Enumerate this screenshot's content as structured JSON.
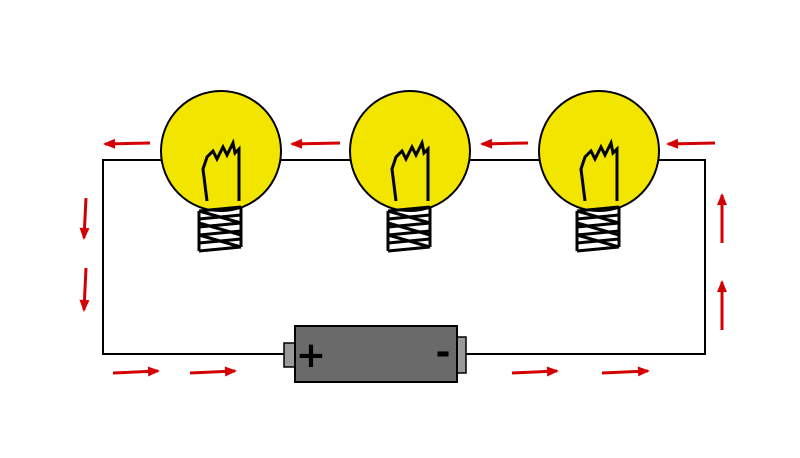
{
  "colors": {
    "background": "#ffffff",
    "wire": "#000000",
    "bulb_fill": "#f2e600",
    "battery_body": "#6a6a6a",
    "battery_terminal": "#9a9a9a",
    "arrow": "#d40000"
  },
  "battery": {
    "positive_symbol": "+",
    "negative_symbol": "-"
  },
  "bulbs": [
    {
      "name": "bulb-1"
    },
    {
      "name": "bulb-2"
    },
    {
      "name": "bulb-3"
    }
  ],
  "current_arrows": {
    "top_wire": "left",
    "left_wire": "down",
    "bottom_wire": "right",
    "right_wire": "up"
  }
}
